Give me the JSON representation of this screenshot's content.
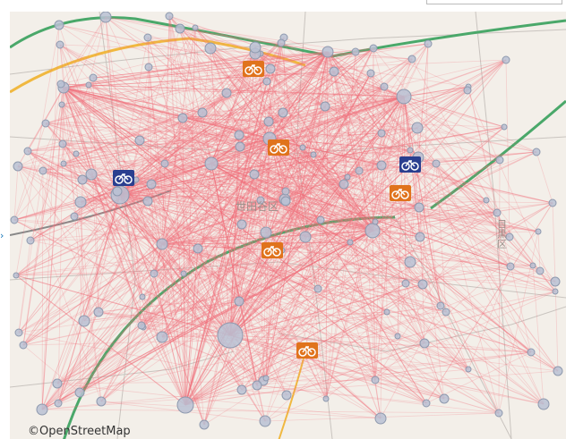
{
  "map": {
    "attribution": "©OpenStreetMap",
    "district_label": "世田谷区",
    "side_label": "目黒区",
    "arrow_glyph": "›"
  },
  "colors": {
    "flow_line": "#f2717a",
    "station_fill": "#b8c1d3",
    "station_stroke": "#8e99ae",
    "rail_green": "#4aa86a",
    "road_yellow": "#f0b840",
    "bike_orange": "#e0731c",
    "bike_blue": "#2a3f8f",
    "map_bg": "#f3efe9"
  },
  "icons": {
    "bike_orange": "bicycle-orange-icon",
    "bike_blue": "bicycle-blue-icon"
  }
}
